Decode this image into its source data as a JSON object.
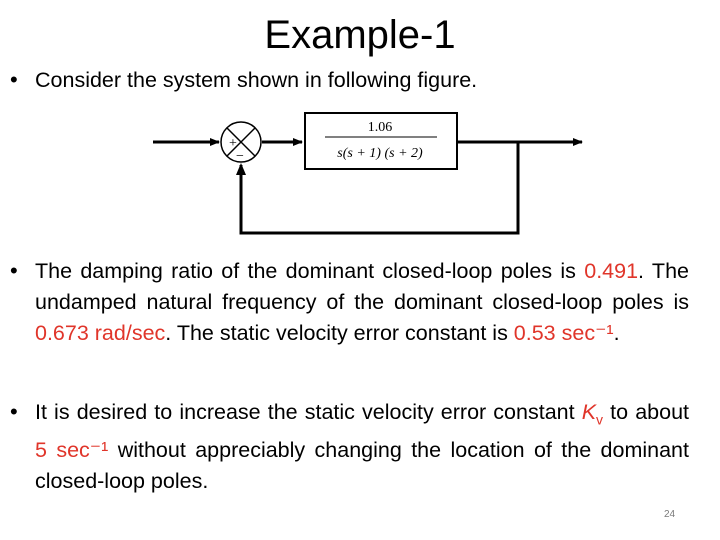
{
  "slide": {
    "title": "Example-1",
    "page_number": "24"
  },
  "bullet1": {
    "marker": "•",
    "text": "Consider the system shown in following figure."
  },
  "diagram": {
    "numerator": "1.06",
    "denominator": "s(s + 1) (s + 2)",
    "sum_plus": "+",
    "sum_minus": "−"
  },
  "bullet2": {
    "marker": "•",
    "part1": "The damping ratio of the dominant closed-loop poles is ",
    "damping_ratio": "0.491",
    "part2": ". The undamped natural frequency of the dominant closed-loop poles is ",
    "natural_frequency": "0.673 rad/sec",
    "part3": ". The static velocity error constant is ",
    "kv_value": "0.53 sec⁻¹",
    "part4": "."
  },
  "bullet3": {
    "marker": "•",
    "part1": "It is desired to increase the static velocity error constant ",
    "kv_symbol": "K",
    "kv_subscript": "v",
    "part2": " to about ",
    "kv_target": "5 sec⁻¹",
    "part3": " without appreciably changing the location of the dominant closed-loop poles."
  },
  "colors": {
    "highlight": "#e0352a",
    "text": "#000000",
    "page_number": "#7a7a7a"
  }
}
